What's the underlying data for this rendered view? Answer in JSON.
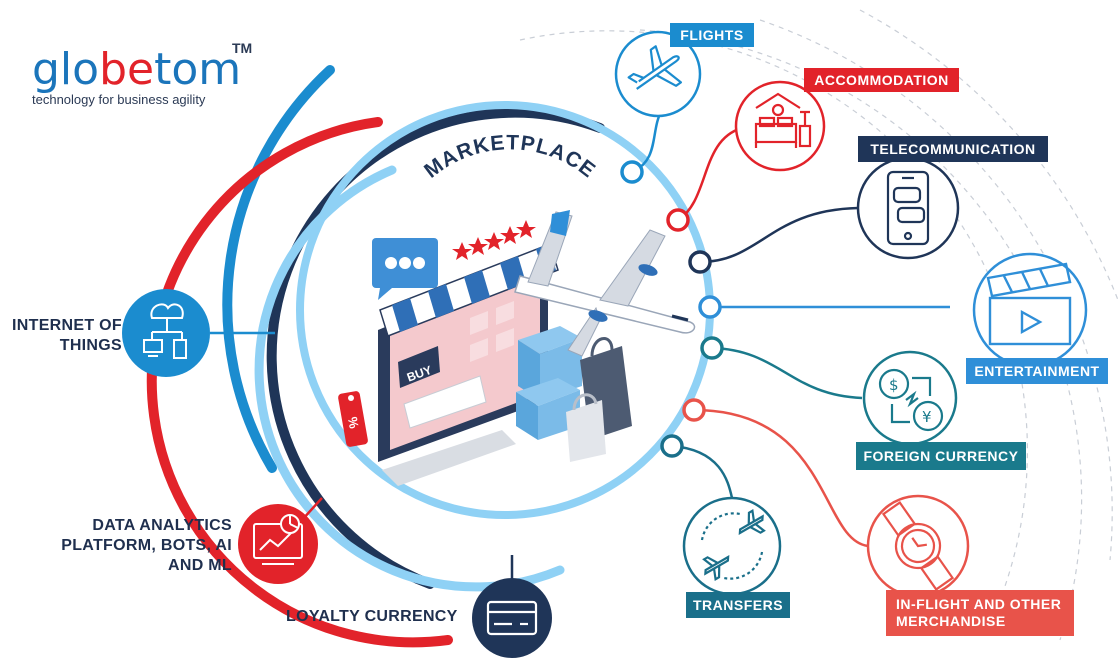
{
  "brand": {
    "name_part1": "glo",
    "name_part2": "be",
    "name_part3": "tom",
    "trademark": "TM",
    "tagline": "technology for business agility"
  },
  "center": {
    "title": "MARKETPLACE",
    "buy_label": "BUY",
    "discount_symbol": "%"
  },
  "services": [
    {
      "id": "flights",
      "label": "FLIGHTS",
      "icon": "airplane-icon",
      "color": "#1b8ccf"
    },
    {
      "id": "accommodation",
      "label": "ACCOMMODATION",
      "icon": "hotel-bed-icon",
      "color": "#e2232a"
    },
    {
      "id": "telecommunication",
      "label": "TELECOMMUNICATION",
      "icon": "smartphone-chat-icon",
      "color": "#1f3558"
    },
    {
      "id": "entertainment",
      "label": "ENTERTAINMENT",
      "icon": "clapperboard-icon",
      "color": "#2f8fd8"
    },
    {
      "id": "foreign-currency",
      "label": "FOREIGN CURRENCY",
      "icon": "currency-exchange-icon",
      "color": "#1a7a8c"
    },
    {
      "id": "transfers",
      "label": "TRANSFERS",
      "icon": "transfer-planes-icon",
      "color": "#1a6f8a"
    },
    {
      "id": "inflight",
      "label": "IN-FLIGHT AND OTHER MERCHANDISE",
      "label_line1": "IN-FLIGHT AND OTHER",
      "label_line2": "MERCHANDISE",
      "icon": "watch-icon",
      "color": "#e8534a"
    }
  ],
  "pillars": [
    {
      "id": "iot",
      "line1": "INTERNET OF",
      "line2": "THINGS",
      "icon": "cloud-devices-icon",
      "color": "#1b8ccf"
    },
    {
      "id": "data",
      "line1": "DATA ANALYTICS",
      "line2": "PLATFORM, BOTS, AI",
      "line3": "AND ML",
      "icon": "analytics-dashboard-icon",
      "color": "#e2232a"
    },
    {
      "id": "loyalty",
      "label": "LOYALTY CURRENCY",
      "icon": "credit-card-icon",
      "color": "#1f3558"
    }
  ],
  "colors": {
    "navy": "#1f3558",
    "blue": "#1b8ccf",
    "light_blue": "#8fd1f5",
    "red": "#e2232a",
    "teal": "#1a7a8c",
    "coral": "#e8534a"
  }
}
